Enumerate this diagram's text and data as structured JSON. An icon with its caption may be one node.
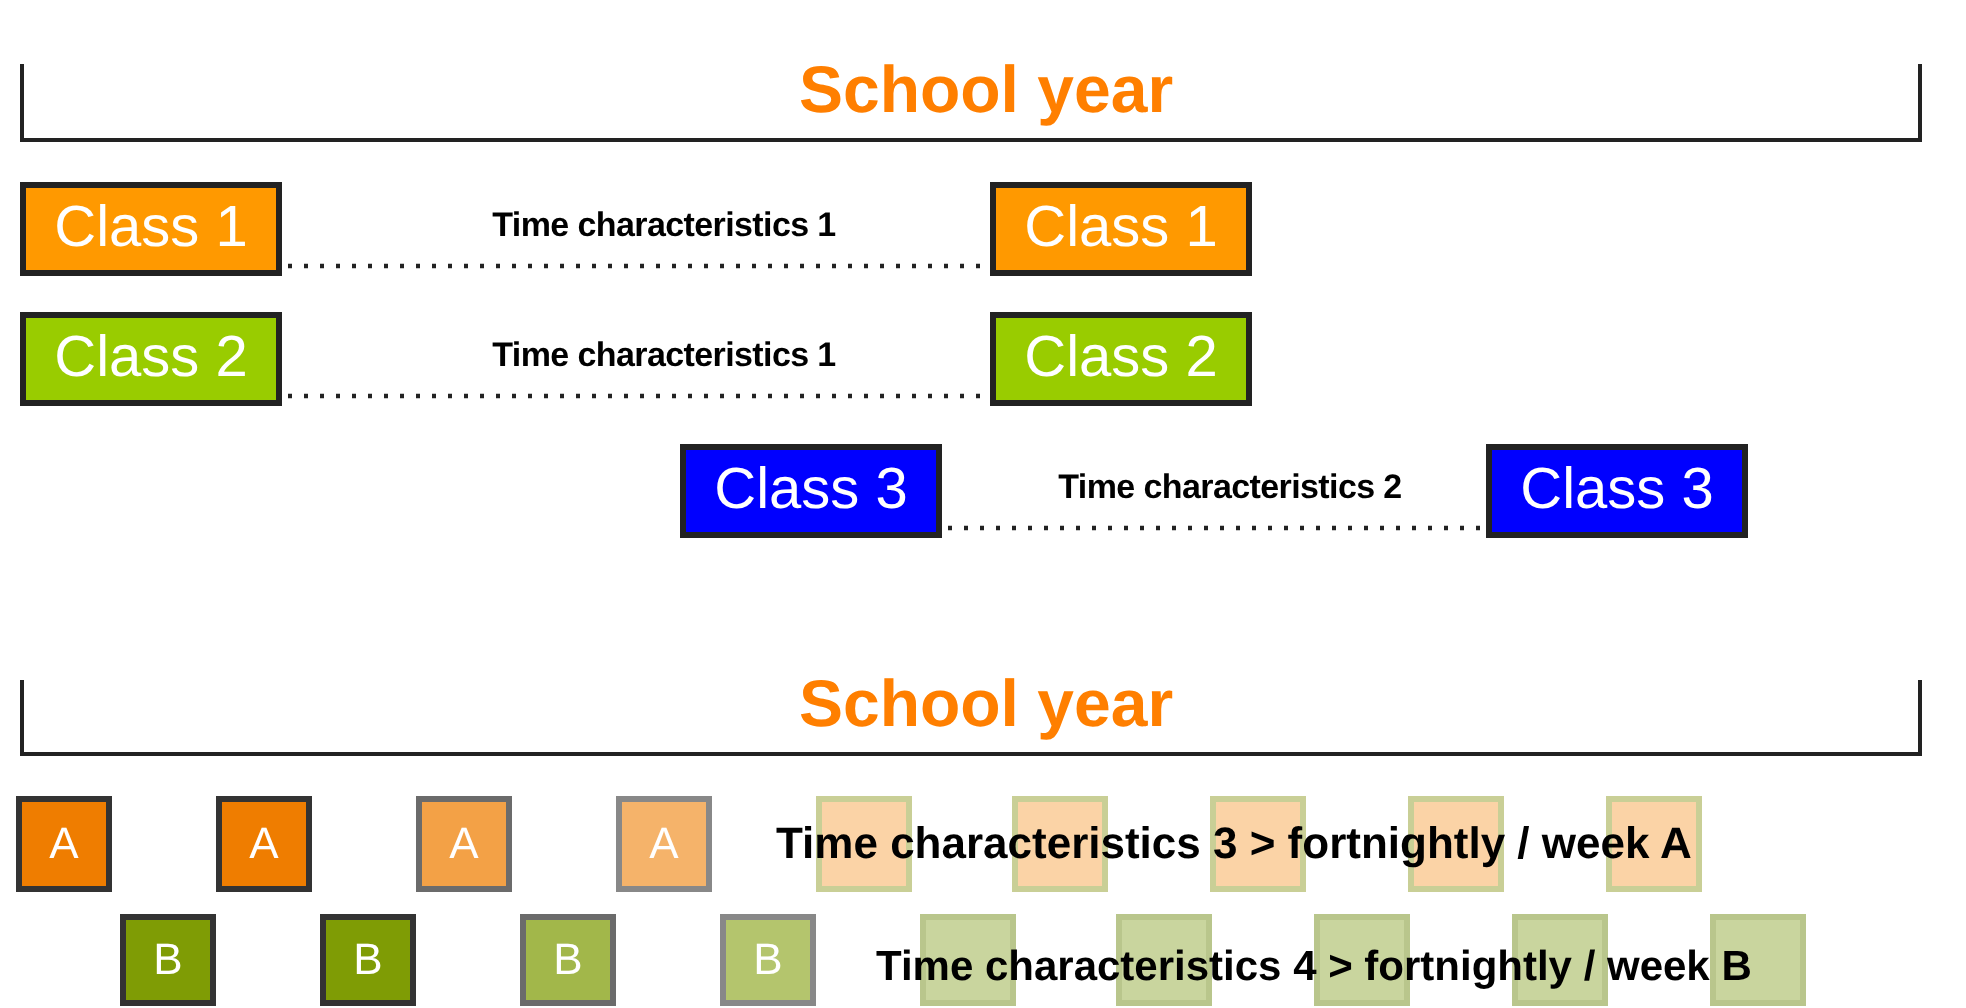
{
  "diagram": {
    "nodes": [
      {
        "text": [
          "Class 1"
        ]
      },
      {
        "text": [
          "Class 1"
        ]
      },
      {
        "text": [
          "Class 2"
        ]
      },
      {
        "text": [
          "Class 2"
        ]
      },
      {
        "text": [
          "Class 3"
        ]
      },
      {
        "text": [
          "Class 3"
        ]
      },
      {
        "text": [
          "A"
        ]
      },
      {
        "text": [
          "A"
        ]
      },
      {
        "text": [
          "A"
        ]
      },
      {
        "text": [
          "A"
        ]
      },
      {
        "text": [],
        "shape": "box"
      },
      {
        "text": [],
        "shape": "box"
      },
      {
        "text": [],
        "shape": "box"
      },
      {
        "text": [],
        "shape": "box"
      },
      {
        "text": [],
        "shape": "box"
      },
      {
        "text": [
          "B"
        ]
      },
      {
        "text": [
          "B"
        ]
      },
      {
        "text": [
          "B"
        ]
      },
      {
        "text": [
          "B"
        ]
      },
      {
        "text": [],
        "shape": "box"
      },
      {
        "text": [],
        "shape": "box"
      },
      {
        "text": [],
        "shape": "box"
      },
      {
        "text": [],
        "shape": "box"
      },
      {
        "text": [],
        "shape": "box"
      }
    ],
    "edges": [
      {
        "from": 0,
        "to": 1,
        "arrow": "none",
        "label": "Time characteristics 1",
        "style": "dashed"
      },
      {
        "from": 2,
        "to": 3,
        "arrow": "none",
        "label": "Time characteristics 1",
        "style": "dashed"
      },
      {
        "from": 4,
        "to": 5,
        "arrow": "none",
        "label": "Time characteristics 2",
        "style": "dashed"
      }
    ],
    "labels": [
      "School year",
      "School year",
      "Time characteristics 3 > fortnightly / week A",
      "Time characteristics 4 > fortnightly / week B"
    ]
  }
}
